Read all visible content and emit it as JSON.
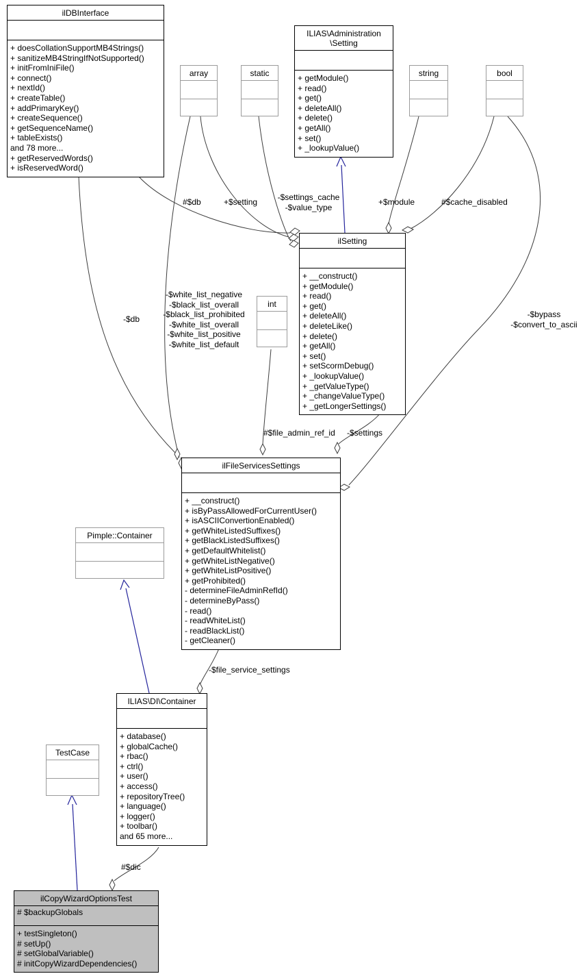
{
  "colors": {
    "focus_class_bg": "#bfbfbf",
    "inheritance_edge": "#23239b",
    "aggregation_edge": "#3d3d3d",
    "external_border": "#9b9b9b",
    "class_border": "#000000"
  },
  "classes": {
    "ildb": {
      "title": "ilDBInterface",
      "attributes": [],
      "methods": [
        "+ doesCollationSupportMB4Strings()",
        "+ sanitizeMB4StringIfNotSupported()",
        "+ initFromIniFile()",
        "+ connect()",
        "+ nextId()",
        "+ createTable()",
        "+ addPrimaryKey()",
        "+ createSequence()",
        "+ getSequenceName()",
        "+ tableExists()",
        "and 78 more...",
        "+ getReservedWords()",
        "+ isReservedWord()"
      ]
    },
    "adminsetting": {
      "title": [
        "ILIAS\\Administration",
        "\\Setting"
      ],
      "attributes": [],
      "methods": [
        "+ getModule()",
        "+ read()",
        "+ get()",
        "+ deleteAll()",
        "+ delete()",
        "+ getAll()",
        "+ set()",
        "+ _lookupValue()"
      ]
    },
    "array": {
      "title": "array"
    },
    "static": {
      "title": "static"
    },
    "string": {
      "title": "string"
    },
    "bool": {
      "title": "bool"
    },
    "int": {
      "title": "int"
    },
    "ilsetting": {
      "title": "ilSetting",
      "attributes": [],
      "methods": [
        "+ __construct()",
        "+ getModule()",
        "+ read()",
        "+ get()",
        "+ deleteAll()",
        "+ deleteLike()",
        "+ delete()",
        "+ getAll()",
        "+ set()",
        "+ setScormDebug()",
        "+ _lookupValue()",
        "+ _getValueType()",
        "+ _changeValueType()",
        "+ _getLongerSettings()"
      ]
    },
    "fss": {
      "title": "ilFileServicesSettings",
      "attributes": [],
      "methods": [
        "+ __construct()",
        "+ isByPassAllowedForCurrentUser()",
        "+ isASCIIConvertionEnabled()",
        "+ getWhiteListedSuffixes()",
        "+ getBlackListedSuffixes()",
        "+ getDefaultWhitelist()",
        "+ getWhiteListNegative()",
        "+ getWhiteListPositive()",
        "+ getProhibited()",
        "- determineFileAdminRefId()",
        "- determineByPass()",
        "- read()",
        "- readWhiteList()",
        "- readBlackList()",
        "- getCleaner()"
      ]
    },
    "pimple": {
      "title": "Pimple::Container"
    },
    "dic": {
      "title": "ILIAS\\DI\\Container",
      "attributes": [],
      "methods": [
        "+ database()",
        "+ globalCache()",
        "+ rbac()",
        "+ ctrl()",
        "+ user()",
        "+ access()",
        "+ repositoryTree()",
        "+ language()",
        "+ logger()",
        "+ toolbar()",
        "and 65 more..."
      ]
    },
    "testcase": {
      "title": "TestCase"
    },
    "test": {
      "title": "ilCopyWizardOptionsTest",
      "attributes": [
        "# $backupGlobals"
      ],
      "methods": [
        "+ testSingleton()",
        "# setUp()",
        "# setGlobalVariable()",
        "# initCopyWizardDependencies()"
      ]
    }
  },
  "edge_labels": {
    "db_to_ilsetting": "#$db",
    "setting_member": "+$setting",
    "cache_types": [
      "-$settings_cache",
      "-$value_type"
    ],
    "module": "+$module",
    "cache_disabled": "#$cache_disabled",
    "db_to_fss": "-$db",
    "whitelists": [
      "-$white_list_negative",
      "-$black_list_overall",
      "-$black_list_prohibited",
      "-$white_list_overall",
      "-$white_list_positive",
      "-$white_list_default"
    ],
    "bypass": [
      "-$bypass",
      "-$convert_to_ascii"
    ],
    "file_admin_ref_id": "#$file_admin_ref_id",
    "settings": "-$settings",
    "file_service_settings": "-$file_service_settings",
    "dic": "#$dic"
  }
}
